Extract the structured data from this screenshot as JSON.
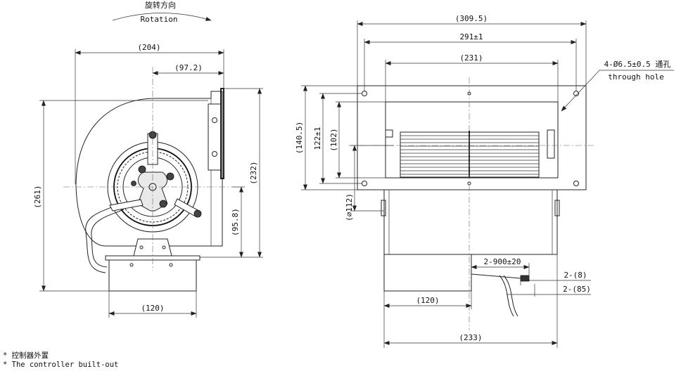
{
  "rotation": {
    "label_cn": "旋转方向",
    "label_en": "Rotation"
  },
  "side_view": {
    "width_overall": "(204)",
    "offset_axis": "(97.2)",
    "height_overall": "(261)",
    "height_housing": "(232)",
    "axis_height": "(95.8)",
    "controller_width": "(120)"
  },
  "front_view": {
    "flange_width": "(309.5)",
    "hole_spacing_horizontal": "291±1",
    "outlet_width": "(231)",
    "flange_height": "(140.5)",
    "hole_spacing_vertical": "122±1",
    "outlet_height": "(102)",
    "motor_diameter": "(⌀112)",
    "hole_note_line1": "4-Ø6.5±0.5 通孔",
    "hole_note_line2": "through hole",
    "cable_length": "2-900±20",
    "wire_strip_1": "2-(8)",
    "wire_strip_2": "2-(85)",
    "controller_width": "(120)",
    "overall_width": "(233)"
  },
  "notes": {
    "line_cn": "* 控制器外置",
    "line_en": "* The controller built-out"
  },
  "colors": {
    "line": "#222222",
    "background": "#ffffff"
  }
}
